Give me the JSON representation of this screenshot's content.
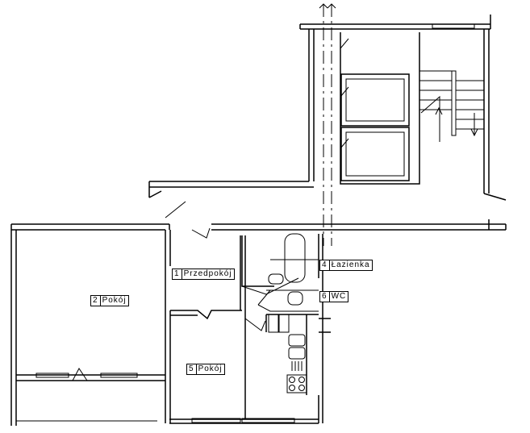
{
  "rooms": [
    {
      "number": "1",
      "name": "Przedpokój"
    },
    {
      "number": "2",
      "name": "Pokój"
    },
    {
      "number": "4",
      "name": "Łazienka"
    },
    {
      "number": "5",
      "name": "Pokój"
    },
    {
      "number": "6",
      "name": "WC"
    }
  ]
}
